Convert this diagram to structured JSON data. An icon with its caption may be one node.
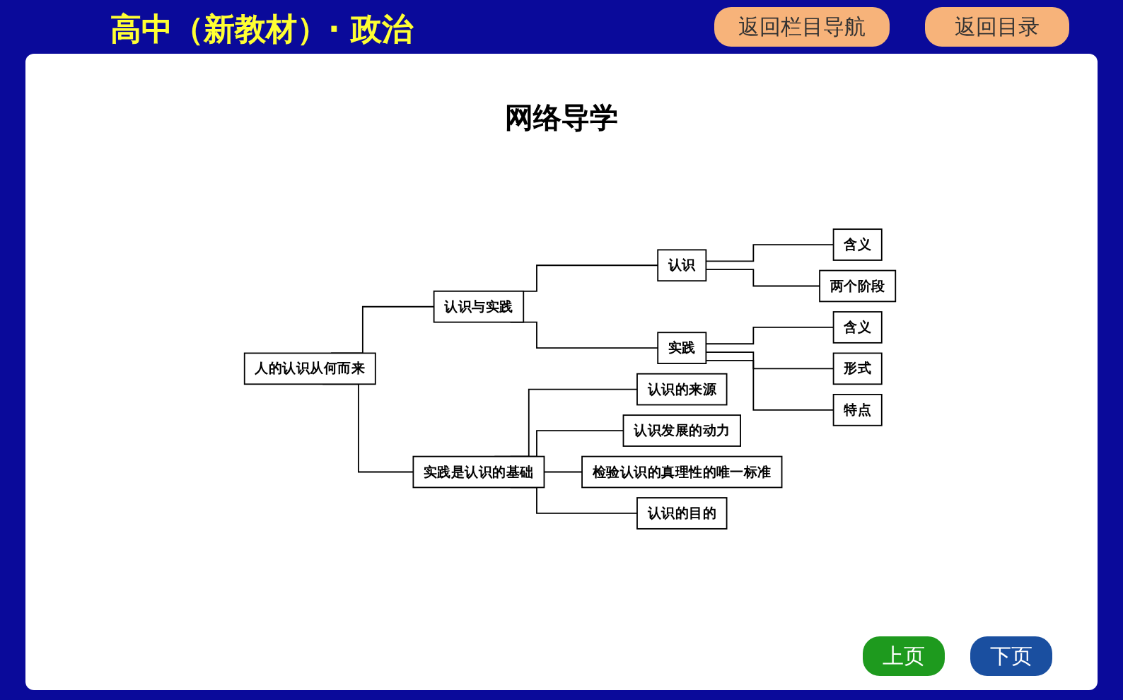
{
  "diagram": {
    "title": "网络导学",
    "nodes": [
      {
        "text": [
          "人的认识从何而来"
        ]
      },
      {
        "text": [
          "认识与实践"
        ]
      },
      {
        "text": [
          "认识"
        ]
      },
      {
        "text": [
          "含义"
        ]
      },
      {
        "text": [
          "两个阶段"
        ]
      },
      {
        "text": [
          "实践"
        ]
      },
      {
        "text": [
          "含义"
        ]
      },
      {
        "text": [
          "形式"
        ]
      },
      {
        "text": [
          "特点"
        ]
      },
      {
        "text": [
          "实践是认识的基础"
        ]
      },
      {
        "text": [
          "认识的来源"
        ]
      },
      {
        "text": [
          "认识发展的动力"
        ]
      },
      {
        "text": [
          "检验认识的真理性的唯一标准"
        ]
      },
      {
        "text": [
          "认识的目的"
        ]
      }
    ],
    "edges": [
      {
        "from": 0,
        "to": 1,
        "arrow": "none"
      },
      {
        "from": 1,
        "to": 2,
        "arrow": "none"
      },
      {
        "from": 2,
        "to": 3,
        "arrow": "none"
      },
      {
        "from": 2,
        "to": 4,
        "arrow": "none"
      },
      {
        "from": 1,
        "to": 5,
        "arrow": "none"
      },
      {
        "from": 5,
        "to": 6,
        "arrow": "none"
      },
      {
        "from": 5,
        "to": 7,
        "arrow": "none"
      },
      {
        "from": 5,
        "to": 8,
        "arrow": "none"
      },
      {
        "from": 0,
        "to": 9,
        "arrow": "none"
      },
      {
        "from": 9,
        "to": 10,
        "arrow": "none"
      },
      {
        "from": 9,
        "to": 11,
        "arrow": "none"
      },
      {
        "from": 9,
        "to": 12,
        "arrow": "none"
      },
      {
        "from": 9,
        "to": 13,
        "arrow": "none"
      }
    ],
    "labels": [
      "高中（新教材）· 政治",
      "返回栏目导航",
      "返回目录",
      "上页",
      "下页"
    ]
  }
}
